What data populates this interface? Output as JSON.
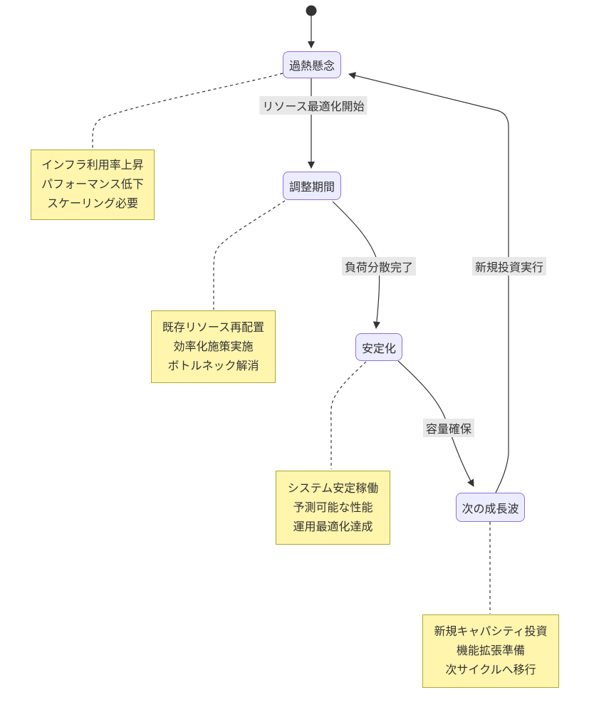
{
  "diagram": {
    "type": "state-diagram",
    "colors": {
      "state_fill": "#ECECFF",
      "state_border": "#9370DB",
      "note_fill": "#fff5ad",
      "note_border": "#aaaa33",
      "edge_label_background": "#e8e8e8",
      "line": "#333333",
      "text": "#333333",
      "start_dot": "#333333"
    },
    "states": [
      {
        "label": "過熱懸念"
      },
      {
        "label": "調整期間"
      },
      {
        "label": "安定化"
      },
      {
        "label": "次の成長波"
      }
    ],
    "transitions": [
      {
        "from": "start",
        "to": "過熱懸念",
        "label": ""
      },
      {
        "from": "過熱懸念",
        "to": "調整期間",
        "label": "リソース最適化開始"
      },
      {
        "from": "調整期間",
        "to": "安定化",
        "label": "負荷分散完了"
      },
      {
        "from": "安定化",
        "to": "次の成長波",
        "label": "容量確保"
      },
      {
        "from": "次の成長波",
        "to": "過熱懸念",
        "label": "新規投資実行"
      }
    ],
    "notes": [
      {
        "attached_to": "過熱懸念",
        "lines": [
          "インフラ利用率上昇",
          "パフォーマンス低下",
          "スケーリング必要"
        ]
      },
      {
        "attached_to": "調整期間",
        "lines": [
          "既存リソース再配置",
          "効率化施策実施",
          "ボトルネック解消"
        ]
      },
      {
        "attached_to": "安定化",
        "lines": [
          "システム安定稼働",
          "予測可能な性能",
          "運用最適化達成"
        ]
      },
      {
        "attached_to": "次の成長波",
        "lines": [
          "新規キャパシティ投資",
          "機能拡張準備",
          "次サイクルへ移行"
        ]
      }
    ]
  }
}
